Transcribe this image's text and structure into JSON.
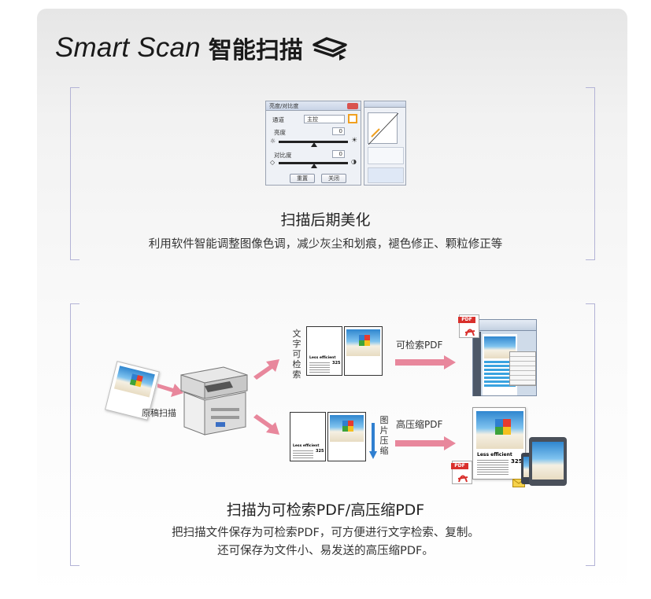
{
  "header": {
    "title_en": "Smart Scan",
    "title_cn": "智能扫描"
  },
  "section1": {
    "title": "扫描后期美化",
    "description": "利用软件智能调整图像色调，减少灰尘和划痕，褪色修正、颗粒修正等",
    "dialog": {
      "title": "亮度/对比度",
      "channel_label": "通道",
      "channel_value": "主控",
      "brightness_label": "亮度",
      "brightness_value": "0",
      "contrast_label": "对比度",
      "contrast_value": "0",
      "reset_button": "重置",
      "close_button": "关闭"
    }
  },
  "section2": {
    "title": "扫描为可检索PDF/高压缩PDF",
    "description_line1": "把扫描文件保存为可检索PDF，可方便进行文字检索、复制。",
    "description_line2": "还可保存为文件小、易发送的高压缩PDF。",
    "original_label": "原稿扫描",
    "text_search_vertical": "文字可检索",
    "image_compress_vertical": "图片压缩",
    "searchable_pdf_label": "可检索PDF",
    "compressed_pdf_label": "高压缩PDF",
    "pdf_badge": "PDF",
    "doc_heading": "Less efficient",
    "doc_number": "325"
  },
  "colors": {
    "arrow_pink": "#e8879c",
    "bracket": "#b3b3d6",
    "compress_arrow": "#2f7fd0"
  }
}
